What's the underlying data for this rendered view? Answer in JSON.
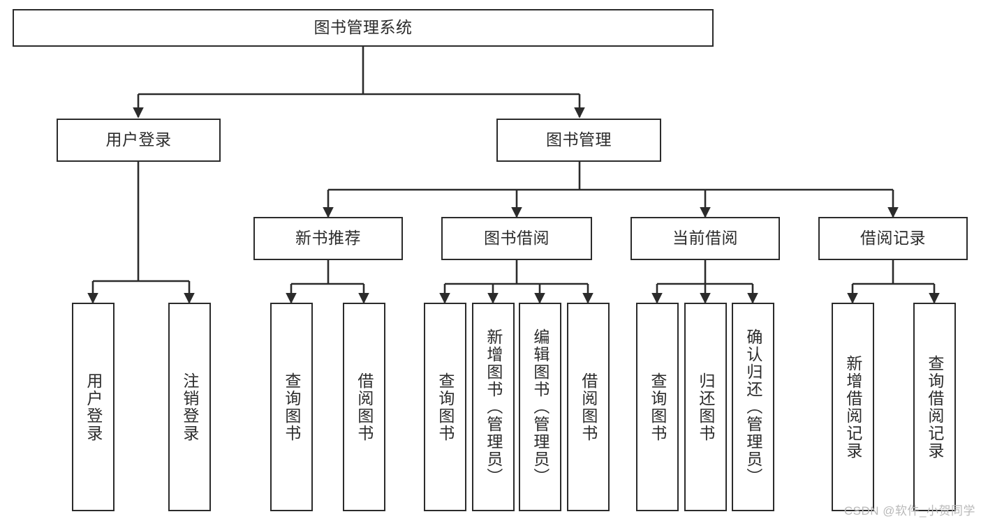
{
  "diagram": {
    "type": "tree",
    "title": "图书管理系统",
    "orientation": "top-down",
    "edge_color": "#2b2b2b",
    "node_border_color": "#2b2b2b",
    "node_fill_color": "#ffffff",
    "text_color": "#2b2b2b"
  },
  "nodes": {
    "root": {
      "label": "图书管理系统",
      "level": 1
    },
    "l2": [
      {
        "id": "user-login",
        "label": "用户登录",
        "level": 2
      },
      {
        "id": "book-manage",
        "label": "图书管理",
        "level": 2
      }
    ],
    "l3": [
      {
        "id": "new-book-recommend",
        "label": "新书推荐",
        "level": 3,
        "parent": "book-manage"
      },
      {
        "id": "book-borrow",
        "label": "图书借阅",
        "level": 3,
        "parent": "book-manage"
      },
      {
        "id": "current-borrow",
        "label": "当前借阅",
        "level": 3,
        "parent": "book-manage"
      },
      {
        "id": "borrow-record",
        "label": "借阅记录",
        "level": 3,
        "parent": "book-manage"
      }
    ],
    "leaves": [
      {
        "id": "leaf-user-login",
        "label": "用户登录",
        "parent": "user-login"
      },
      {
        "id": "leaf-logout-login",
        "label": "注销登录",
        "parent": "user-login"
      },
      {
        "id": "leaf-query-book-1",
        "label": "查询图书",
        "parent": "new-book-recommend"
      },
      {
        "id": "leaf-borrow-book-1",
        "label": "借阅图书",
        "parent": "new-book-recommend"
      },
      {
        "id": "leaf-query-book-2",
        "label": "查询图书",
        "parent": "book-borrow"
      },
      {
        "id": "leaf-add-book",
        "label": "新增图书（管理员）",
        "parent": "book-borrow"
      },
      {
        "id": "leaf-edit-book",
        "label": "编辑图书（管理员）",
        "parent": "book-borrow"
      },
      {
        "id": "leaf-borrow-book-2",
        "label": "借阅图书",
        "parent": "book-borrow"
      },
      {
        "id": "leaf-query-book-3",
        "label": "查询图书",
        "parent": "current-borrow"
      },
      {
        "id": "leaf-return-book",
        "label": "归还图书",
        "parent": "current-borrow"
      },
      {
        "id": "leaf-confirm-return",
        "label": "确认归还（管理员）",
        "parent": "current-borrow"
      },
      {
        "id": "leaf-add-record",
        "label": "新增借阅记录",
        "parent": "borrow-record"
      },
      {
        "id": "leaf-query-record",
        "label": "查询借阅记录",
        "parent": "borrow-record"
      }
    ]
  },
  "watermark": {
    "text": "CSDN @软件_小贺同学"
  }
}
